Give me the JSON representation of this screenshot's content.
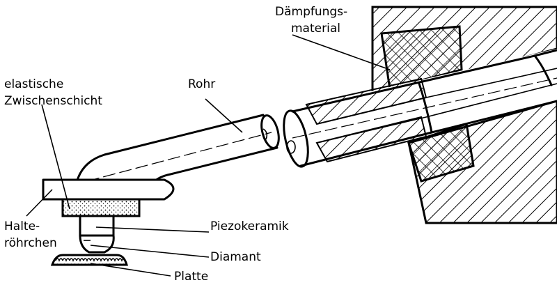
{
  "labels": {
    "daempfungs_line1": "Dämpfungs-",
    "daempfungs_line2": "material",
    "elastische_line1": "elastische",
    "elastische_line2": "Zwischenschicht",
    "rohr": "Rohr",
    "halte_line1": "Halte-",
    "halte_line2": "röhrchen",
    "piezokeramik": "Piezokeramik",
    "diamant": "Diamant",
    "platte": "Platte"
  },
  "colors": {
    "ink": "#000000",
    "paper": "#ffffff"
  }
}
